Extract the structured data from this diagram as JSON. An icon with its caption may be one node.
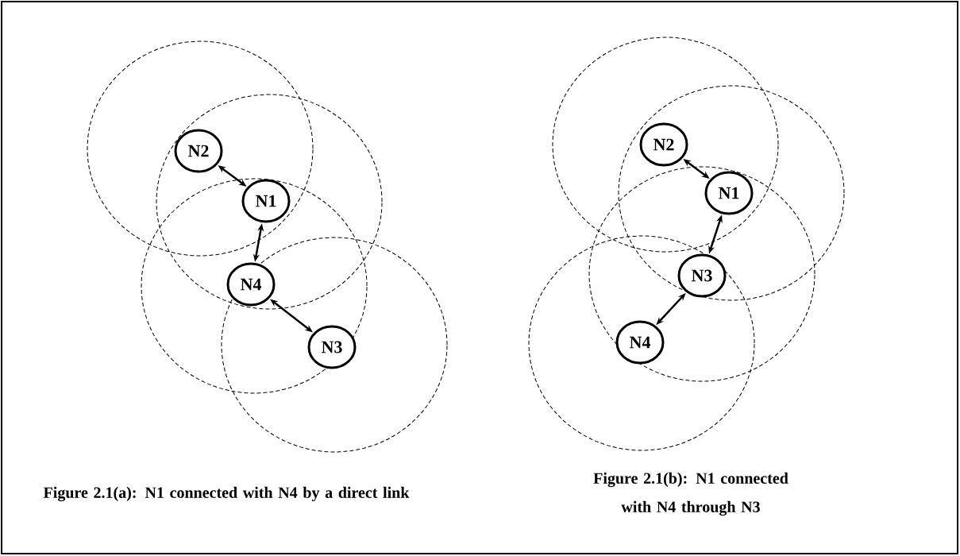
{
  "diagram": {
    "nodes": [
      {
        "text": [
          "N2"
        ]
      },
      {
        "text": [
          "N1"
        ]
      },
      {
        "text": [
          "N4"
        ]
      },
      {
        "text": [
          "N3"
        ]
      },
      {
        "text": [
          "N2"
        ]
      },
      {
        "text": [
          "N1"
        ]
      },
      {
        "text": [
          "N3"
        ]
      },
      {
        "text": [
          "N4"
        ]
      }
    ],
    "edges": [
      {
        "from": 0,
        "to": 1,
        "arrow": "both"
      },
      {
        "from": 1,
        "to": 2,
        "arrow": "both"
      },
      {
        "from": 2,
        "to": 3,
        "arrow": "both"
      },
      {
        "from": 4,
        "to": 5,
        "arrow": "both"
      },
      {
        "from": 5,
        "to": 6,
        "arrow": "both"
      },
      {
        "from": 6,
        "to": 7,
        "arrow": "both"
      }
    ],
    "labels": [
      "Figure 2.1(a): N1 connected with N4 by a direct link",
      "Fig**ure 2.1(b): N1 connected with N4 through N3**"
    ]
  }
}
